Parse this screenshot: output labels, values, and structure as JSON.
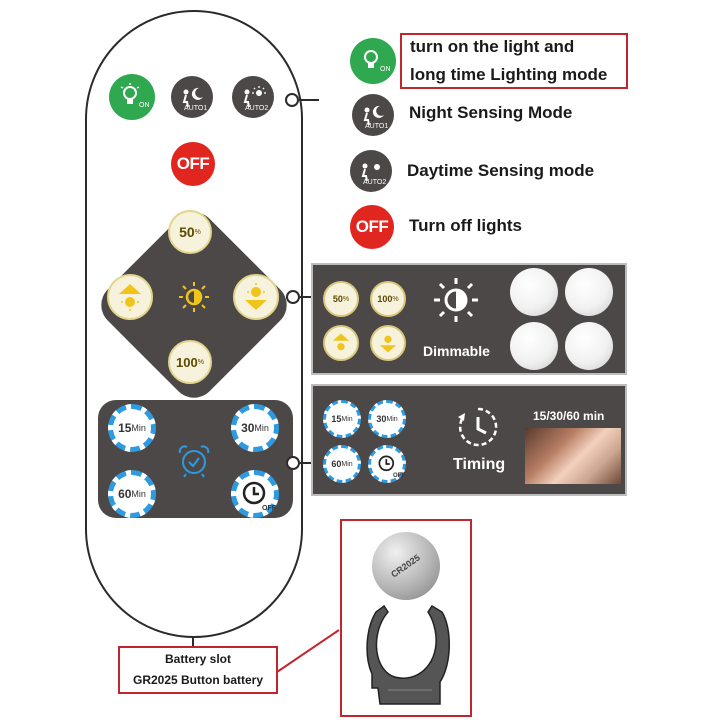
{
  "remote": {
    "on_label": "ON",
    "auto1_label": "AUTO1",
    "auto2_label": "AUTO2",
    "off_label": "OFF",
    "dimmer": {
      "top": "50",
      "bottom": "100",
      "unit": "%"
    },
    "timer": {
      "t15": "15",
      "t30": "30",
      "t60": "60",
      "unit": "Min",
      "off": "OFF"
    }
  },
  "legend": {
    "on_desc_line1": "turn on the light and",
    "on_desc_line2": "long time Lighting mode",
    "night": "Night Sensing Mode",
    "day": "Daytime Sensing mode",
    "off": "Turn off lights",
    "icon_on": "ON",
    "icon_auto1": "AUTO1",
    "icon_auto2": "AUTO2",
    "icon_off": "OFF"
  },
  "dimmable_panel": {
    "b50": "50",
    "b100": "100",
    "unit": "%",
    "label": "Dimmable"
  },
  "timing_panel": {
    "t15": "15",
    "t30": "30",
    "t60": "60",
    "unit": "Min",
    "off": "OFF",
    "title": "15/30/60 min",
    "label": "Timing"
  },
  "battery": {
    "line1": "Battery slot",
    "line2": "GR2025 Button battery",
    "coin_text": "CR2025"
  },
  "colors": {
    "on_green": "#2fa84f",
    "dark_gray": "#4d4848",
    "off_red": "#e0261f",
    "timer_blue": "#2e9be0",
    "highlight_red": "#c0262e"
  }
}
